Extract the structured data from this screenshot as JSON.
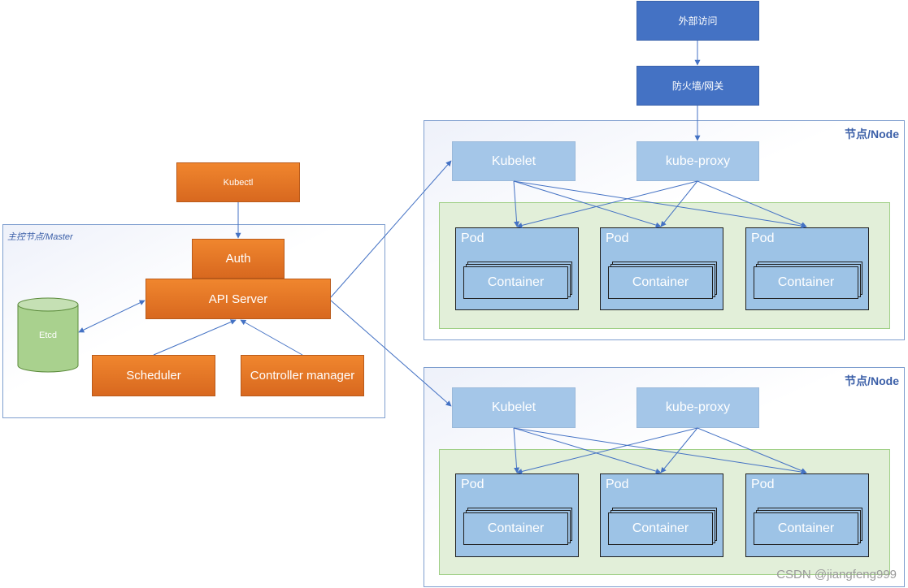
{
  "external": {
    "access": "外部访问",
    "firewall": "防火墙/网关"
  },
  "master": {
    "label": "主控节点/Master",
    "kubectl": "Kubectl",
    "auth": "Auth",
    "api_server": "API Server",
    "etcd": "Etcd",
    "scheduler": "Scheduler",
    "controller_manager": "Controller manager"
  },
  "nodes": [
    {
      "label": "节点/Node",
      "kubelet": "Kubelet",
      "kube_proxy": "kube-proxy",
      "pods": [
        {
          "label": "Pod",
          "container": "Container"
        },
        {
          "label": "Pod",
          "container": "Container"
        },
        {
          "label": "Pod",
          "container": "Container"
        }
      ]
    },
    {
      "label": "节点/Node",
      "kubelet": "Kubelet",
      "kube_proxy": "kube-proxy",
      "pods": [
        {
          "label": "Pod",
          "container": "Container"
        },
        {
          "label": "Pod",
          "container": "Container"
        },
        {
          "label": "Pod",
          "container": "Container"
        }
      ]
    }
  ],
  "watermark": "CSDN @jiangfeng999",
  "colors": {
    "master_orange": "#e0772a",
    "external_blue": "#4472c4",
    "node_component_blue": "#a4c6e8",
    "pod_blue": "#9dc3e6",
    "pod_area_green": "#e2efd9",
    "connector": "#4472c4"
  }
}
